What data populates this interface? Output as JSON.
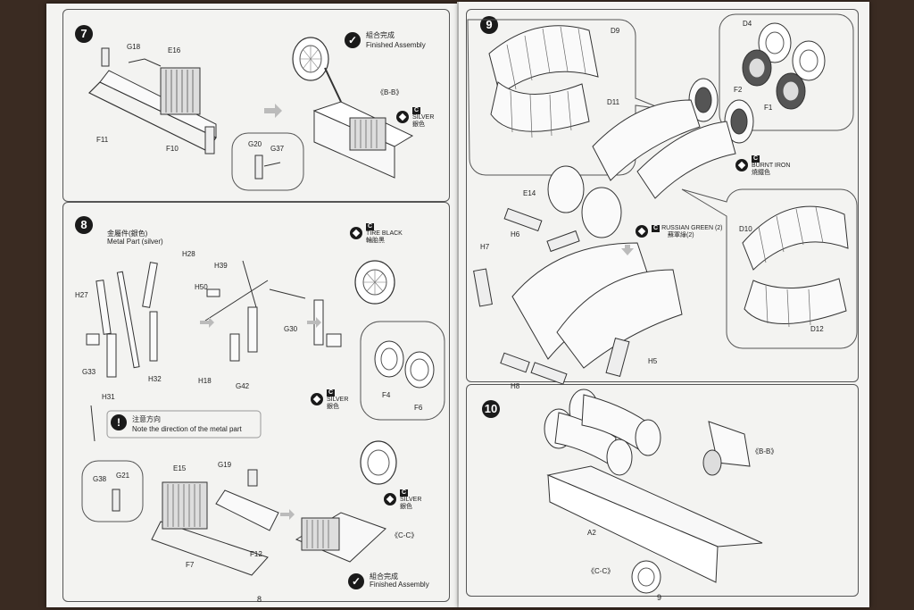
{
  "left_page": {
    "page_number": "8",
    "step7": {
      "number": "7",
      "parts": [
        "G18",
        "E16",
        "F11",
        "F10",
        "G20",
        "G37"
      ],
      "finished_cn": "組合完成",
      "finished_en": "Finished Assembly",
      "view": "《B-B》",
      "paint": {
        "code": "C",
        "name": "SILVER",
        "cn": "銀色"
      }
    },
    "step8": {
      "number": "8",
      "metal_cn": "金屬件(銀色)",
      "metal_en": "Metal Part (silver)",
      "parts": [
        "H28",
        "H27",
        "H50",
        "H39",
        "G33",
        "H31",
        "H32",
        "H18",
        "G42",
        "G30",
        "F4",
        "F6"
      ],
      "tire_paint": {
        "code": "C",
        "name": "TIRE BLACK",
        "cn": "輪胎黑"
      },
      "silver_paint": {
        "code": "C",
        "name": "SILVER",
        "cn": "銀色"
      },
      "note_cn": "注意方向",
      "note_en": "Note the direction of the metal part",
      "sub_parts": [
        "G38",
        "G21",
        "E15",
        "G19",
        "F7",
        "F12"
      ],
      "view": "《C-C》",
      "paint2": {
        "code": "C",
        "name": "SILVER",
        "cn": "銀色"
      },
      "finished_cn": "組合完成",
      "finished_en": "Finished Assembly"
    }
  },
  "right_page": {
    "page_number": "9",
    "step9": {
      "number": "9",
      "parts": [
        "D9",
        "D11",
        "D4",
        "F2",
        "F1",
        "E14",
        "H6",
        "H7",
        "D10",
        "D12",
        "H5",
        "H8"
      ],
      "paint_iron": {
        "code": "C",
        "name": "BURNT IRON",
        "cn": "燒鐵色"
      },
      "paint_green": {
        "code": "C",
        "name": "RUSSIAN GREEN (2)",
        "cn": "蘇軍綠(2)"
      }
    },
    "step10": {
      "number": "10",
      "parts": [
        "A2"
      ],
      "view_b": "《B-B》",
      "view_c": "《C-C》"
    }
  }
}
